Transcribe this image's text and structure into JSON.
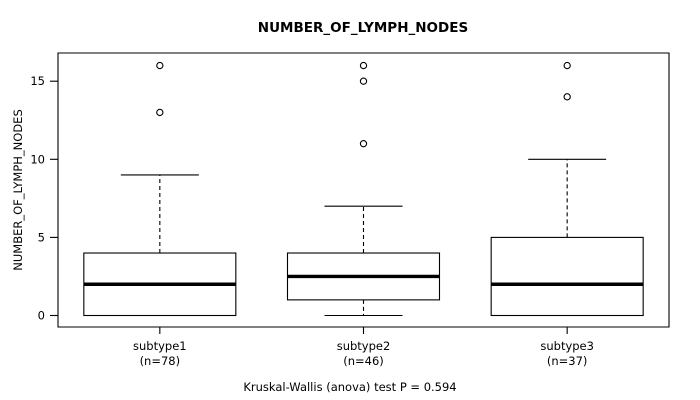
{
  "chart_data": {
    "type": "box",
    "title": "NUMBER_OF_LYMPH_NODES",
    "xlabel": "",
    "ylabel": "NUMBER_OF_LYMPH_NODES",
    "caption": "Kruskal-Wallis (anova) test P = 0.594",
    "grid": false,
    "legend": "none",
    "ylim": [
      -0.5,
      16.8
    ],
    "yticks": [
      0,
      5,
      10,
      15
    ],
    "ytick_labels": [
      "0",
      "5",
      "10",
      "15"
    ],
    "categories": [
      "subtype1",
      "subtype2",
      "subtype3"
    ],
    "category_labels": [
      "subtype1",
      "subtype2",
      "subtype3"
    ],
    "category_counts": [
      "(n=78)",
      "(n=46)",
      "(n=37)"
    ],
    "boxes": [
      {
        "name": "subtype1",
        "n": 78,
        "lower_whisker": 0,
        "q1": 0,
        "median": 2,
        "q3": 4,
        "upper_whisker": 9,
        "outliers": [
          13,
          16
        ]
      },
      {
        "name": "subtype2",
        "n": 46,
        "lower_whisker": 0,
        "q1": 1,
        "median": 2.5,
        "q3": 4,
        "upper_whisker": 7,
        "outliers": [
          11,
          15,
          16
        ]
      },
      {
        "name": "subtype3",
        "n": 37,
        "lower_whisker": 0,
        "q1": 0,
        "median": 2,
        "q3": 5,
        "upper_whisker": 10,
        "outliers": [
          14,
          16
        ]
      }
    ],
    "stat_test": {
      "name": "Kruskal-Wallis (anova) test",
      "p_label": "P = 0.594",
      "p_value": 0.594
    },
    "colors": {
      "line": "#000000",
      "box_fill": "#ffffff",
      "background": "#ffffff"
    }
  }
}
